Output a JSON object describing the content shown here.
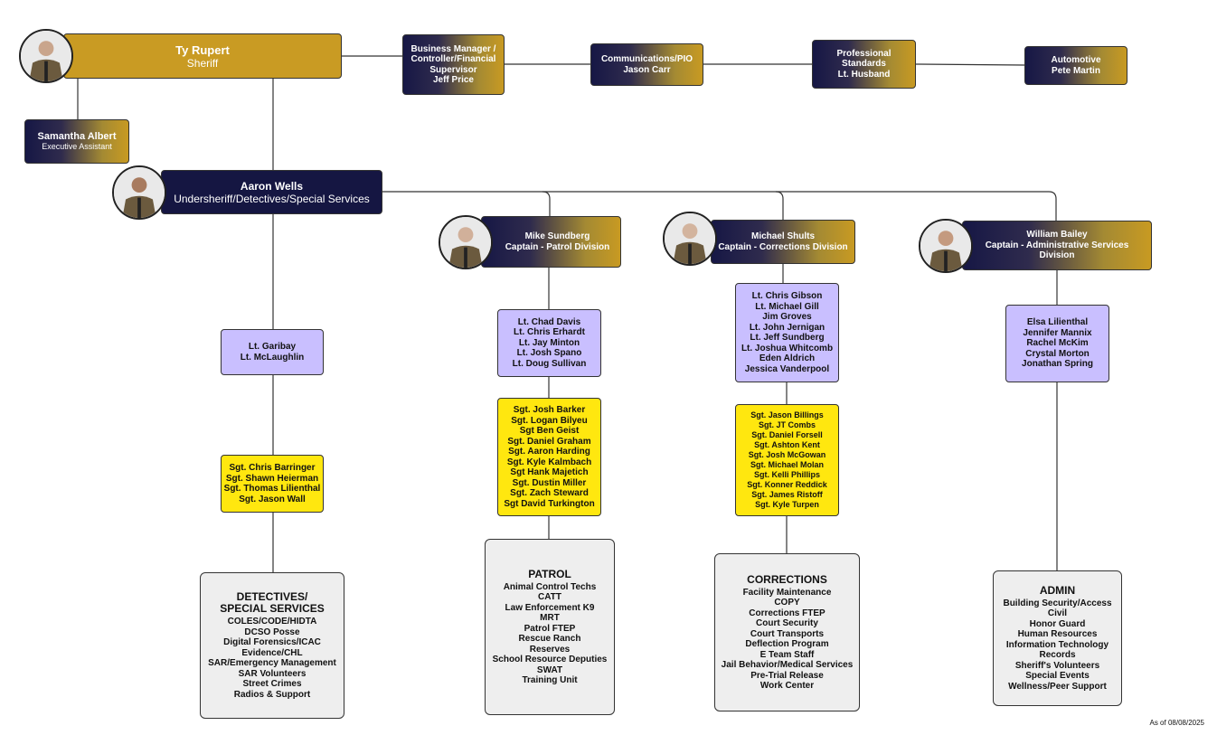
{
  "sheriff": {
    "name": "Ty Rupert",
    "title": "Sheriff"
  },
  "assistant": {
    "name": "Samantha Albert",
    "title": "Executive Assistant"
  },
  "business": {
    "lines": [
      "Business Manager /",
      "Controller/Financial",
      "Supervisor",
      "Jeff Price"
    ]
  },
  "comms": {
    "lines": [
      "Communications/PIO",
      "Jason Carr"
    ]
  },
  "standards": {
    "lines": [
      "Professional",
      "Standards",
      "Lt. Husband"
    ]
  },
  "automotive": {
    "lines": [
      "Automotive",
      "Pete Martin"
    ]
  },
  "undersheriff": {
    "name": "Aaron Wells",
    "title": "Undersheriff/Detectives/Special Services"
  },
  "patrol_captain": {
    "name": "Mike Sundberg",
    "title": "Captain - Patrol Division"
  },
  "corrections_captain": {
    "name": "Michael Shults",
    "title": "Captain - Corrections Division"
  },
  "admin_captain": {
    "name": "William Bailey",
    "title_lines": [
      "Captain - Administrative Services",
      "Division"
    ]
  },
  "detectives": {
    "lieutenants": [
      "Lt. Garibay",
      "Lt. McLaughlin"
    ],
    "sergeants": [
      "Sgt. Chris Barringer",
      "Sgt. Shawn Heierman",
      "Sgt. Thomas Lilienthal",
      "Sgt. Jason Wall"
    ],
    "dept_title_lines": [
      "DETECTIVES/",
      "SPECIAL SERVICES"
    ],
    "units": [
      "COLES/CODE/HIDTA",
      "DCSO Posse",
      "Digital Forensics/ICAC",
      "Evidence/CHL",
      "SAR/Emergency Management",
      "SAR Volunteers",
      "Street Crimes",
      "Radios & Support"
    ]
  },
  "patrol": {
    "lieutenants": [
      "Lt. Chad Davis",
      "Lt. Chris Erhardt",
      "Lt. Jay Minton",
      "Lt. Josh Spano",
      "Lt. Doug Sullivan"
    ],
    "sergeants": [
      "Sgt. Josh Barker",
      "Sgt. Logan Bilyeu",
      "Sgt Ben Geist",
      "Sgt. Daniel Graham",
      "Sgt. Aaron Harding",
      "Sgt. Kyle Kalmbach",
      "Sgt Hank Majetich",
      "Sgt. Dustin Miller",
      "Sgt. Zach Steward",
      "Sgt David Turkington"
    ],
    "dept_title": "PATROL",
    "units": [
      "Animal Control Techs",
      "CATT",
      "Law Enforcement K9",
      "MRT",
      "Patrol FTEP",
      "Rescue Ranch",
      "Reserves",
      "School Resource Deputies",
      "SWAT",
      "Training Unit"
    ]
  },
  "corrections": {
    "lieutenants": [
      "Lt. Chris Gibson",
      "Lt. Michael Gill",
      "Jim Groves",
      "Lt. John Jernigan",
      "Lt. Jeff Sundberg",
      "Lt. Joshua Whitcomb",
      "Eden Aldrich",
      "Jessica Vanderpool"
    ],
    "sergeants": [
      "Sgt. Jason Billings",
      "Sgt. JT Combs",
      "Sgt. Daniel Forsell",
      "Sgt. Ashton Kent",
      "Sgt. Josh McGowan",
      "Sgt. Michael Molan",
      "Sgt. Kelli Phillips",
      "Sgt. Konner Reddick",
      "Sgt. James Ristoff",
      "Sgt. Kyle Turpen"
    ],
    "dept_title": "CORRECTIONS",
    "units": [
      "Facility Maintenance",
      "COPY",
      "Corrections FTEP",
      "Court Security",
      "Court Transports",
      "Deflection Program",
      "E Team Staff",
      "Jail Behavior/Medical Services",
      "Pre-Trial Release",
      "Work Center"
    ]
  },
  "admin": {
    "staff": [
      "Elsa Lilienthal",
      "Jennifer Mannix",
      "Rachel McKim",
      "Crystal Morton",
      "Jonathan Spring"
    ],
    "dept_title": "ADMIN",
    "units": [
      "Building Security/Access",
      "Civil",
      "Honor Guard",
      "Human Resources",
      "Information Technology",
      "Records",
      "Sheriff's Volunteers",
      "Special Events",
      "Wellness/Peer Support"
    ]
  },
  "footer": "As of 08/08/2025"
}
